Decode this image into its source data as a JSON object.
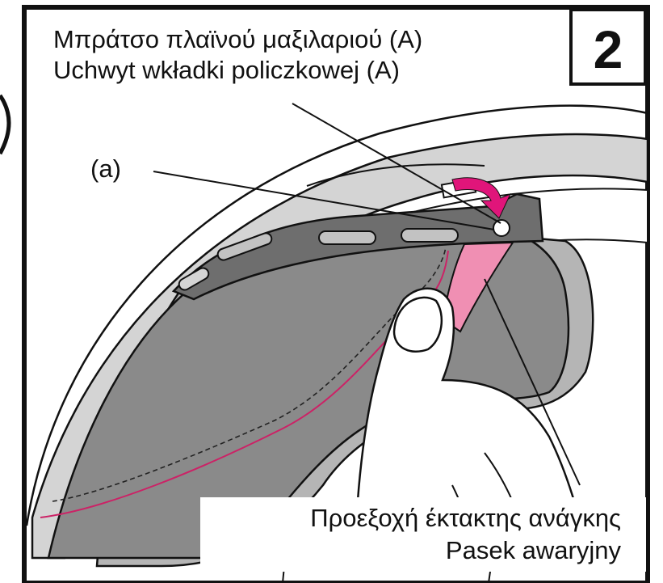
{
  "labels": {
    "arm_greek": "Μπράτσο πλαϊνού μαξιλαριού (A)",
    "arm_polish": "Uchwyt wkładki policzkowej (A)",
    "part_a": "(a)",
    "emergency_greek": "Προεξοχή έκτακτης ανάγκης",
    "emergency_polish": "Pasek awaryjny"
  },
  "step": "2",
  "colors": {
    "frame": "#111111",
    "pad_dark": "#8a8a8a",
    "pad_mid": "#b5b5b5",
    "shell_light": "#d4d4d4",
    "emergency_strip": "#f08fb3",
    "arrow": "#e0157a",
    "stitch": "#cc2266"
  },
  "icons": [
    "push-arrow-icon"
  ]
}
